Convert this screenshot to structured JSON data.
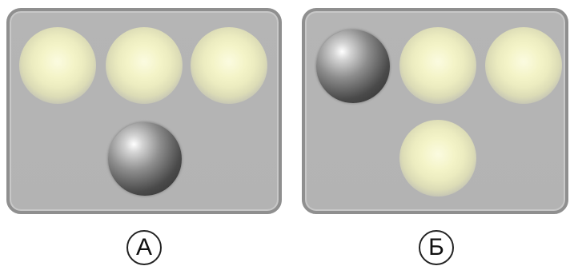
{
  "panels": [
    {
      "label": "А",
      "lamps": [
        "lit",
        "lit",
        "lit",
        "unlit"
      ]
    },
    {
      "label": "Б",
      "lamps": [
        "unlit",
        "lit",
        "lit",
        "lit"
      ]
    }
  ],
  "colors": {
    "panel": "#b5b5b5",
    "panel_border": "#8f8f8f",
    "lit_lamp": "#f4f4c8",
    "unlit_lamp": "#4a4a4a"
  }
}
